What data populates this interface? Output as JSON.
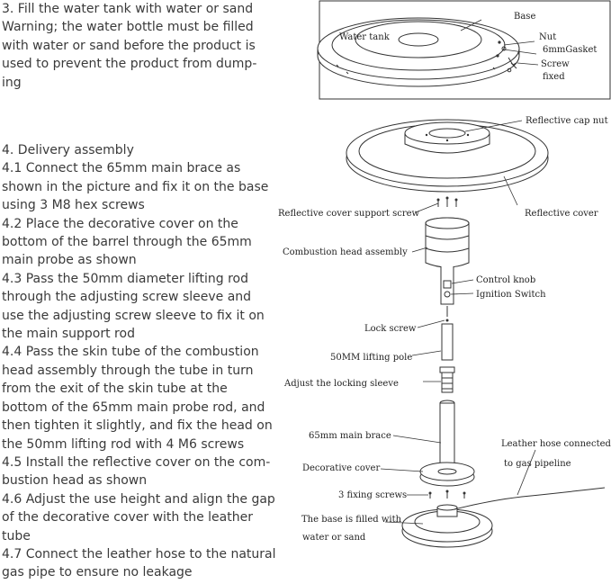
{
  "instructions": {
    "step3_lines": [
      "3. Fill the water tank with water or sand",
      "Warning; the water bottle must be filled",
      "with water or sand before the product is",
      "used to prevent the product from dump-",
      "ing"
    ],
    "step4_lines": [
      "4. Delivery assembly",
      "4.1 Connect the 65mm main brace as",
      "shown in the picture and fix it on the base",
      "using 3 M8 hex screws",
      "4.2 Place the decorative cover on the",
      "bottom of the barrel through the 65mm",
      "main probe as shown",
      "4.3 Pass the 50mm diameter lifting rod",
      "through the adjusting screw sleeve and",
      "use the adjusting screw sleeve to fix it on",
      "the main support rod",
      "4.4 Pass the skin tube of the combustion",
      "head assembly through the tube in turn",
      "from the exit of the skin tube at the",
      "bottom of the 65mm main probe rod, and",
      "then tighten it slightly, and fix the head on",
      "the 50mm lifting rod with 4 M6 screws",
      "4.5 Install the reflective cover on the com-",
      "bustion head as shown",
      "4.6 Adjust the use height and align the gap",
      "of the decorative cover with the leather",
      "tube",
      "4.7 Connect the leather hose to the natural",
      "gas pipe to ensure no leakage"
    ]
  },
  "base_diagram": {
    "water_tank": "Water tank",
    "base": "Base",
    "nut": "Nut",
    "gasket": "6mmGasket",
    "screw": "Screw",
    "fixed": "fixed"
  },
  "assembly_diagram": {
    "reflective_cap_nut": "Reflective cap nut",
    "reflective_cover_support_screw": "Reflective cover support screw",
    "reflective_cover": "Reflective cover",
    "combustion_head_assembly": "Combustion head assembly",
    "control_knob": "Control knob",
    "ignition_switch": "Ignition Switch",
    "lock_screw": "Lock screw",
    "lifting_pole": "50MM lifting pole",
    "locking_sleeve": "Adjust the locking sleeve",
    "main_brace": "65mm main brace",
    "hose_line1": "Leather hose connected",
    "hose_line2": "to gas pipeline",
    "decorative_cover": "Decorative cover",
    "fixing_screws": "3 fixing screws",
    "base_filled_line1": "The base is filled with",
    "base_filled_line2": "water or sand"
  }
}
